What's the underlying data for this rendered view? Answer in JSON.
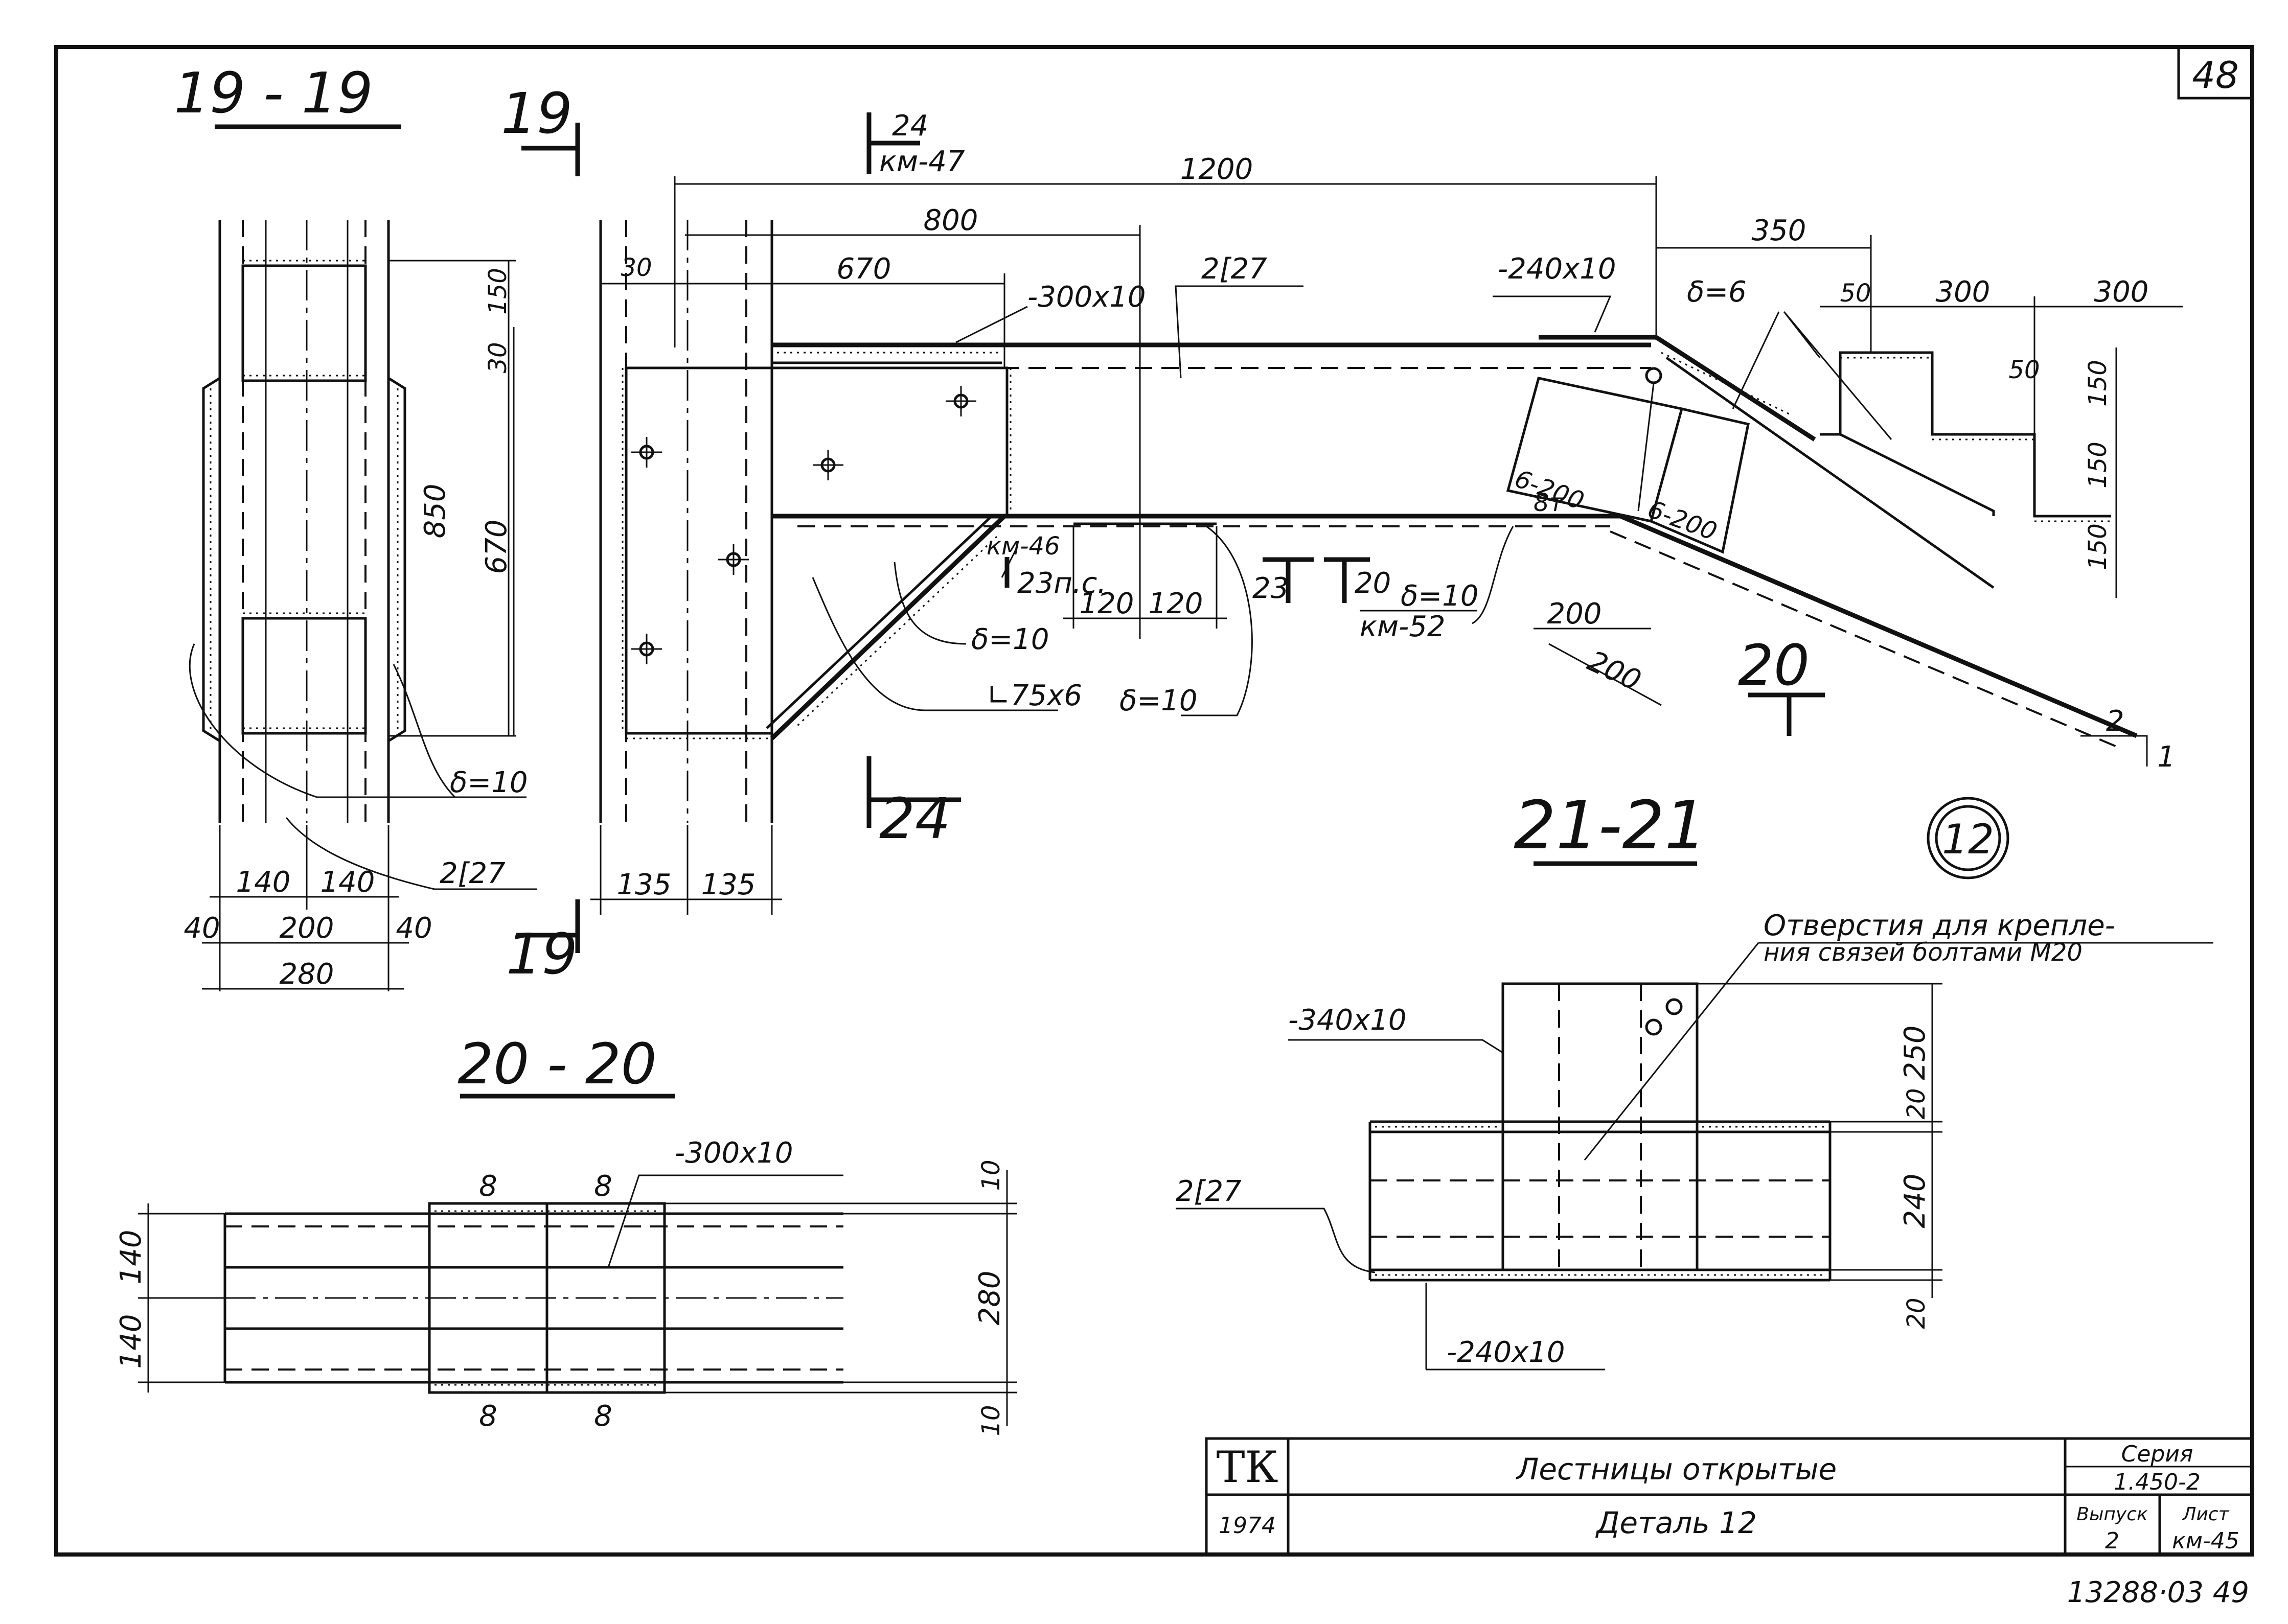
{
  "sheet_number": "48",
  "footer_code": "13288·03 49",
  "detail_marker": "12",
  "sections": {
    "s19": {
      "title": "19 - 19",
      "dims": [
        "150",
        "850",
        "670",
        "140",
        "140",
        "40",
        "200",
        "40",
        "280"
      ],
      "delta": "δ=10",
      "channel": "2[27"
    },
    "s21": {
      "title": "21-21",
      "cut_marks": [
        "19",
        "19",
        "24",
        "24",
        "км-47",
        "20",
        "20",
        "23",
        "23п.с."
      ],
      "dims": [
        "1200",
        "800",
        "670",
        "30",
        "30",
        "150",
        "670",
        "135",
        "135",
        "120",
        "120",
        "350",
        "50",
        "300",
        "300",
        "50",
        "150",
        "150",
        "150",
        "200",
        "200"
      ],
      "labels": [
        "-300x10",
        "2[27",
        "-240x10",
        "δ=6",
        "км-46",
        "δ=10",
        "∟75x6",
        "δ=10",
        "δ=10",
        "км-52",
        "6-200",
        "6-200",
        "8т"
      ],
      "slope": [
        "2",
        "1"
      ]
    },
    "s20": {
      "title": "20 - 20",
      "plate": "-300x10",
      "dims": [
        "8",
        "8",
        "8",
        "8",
        "10",
        "140",
        "140",
        "280",
        "10"
      ]
    },
    "detail": {
      "holes_note_1": "Отверстия для крепле-",
      "holes_note_2": "ния связей болтами М20",
      "plate_top": "-340x10",
      "channel": "2[27",
      "plate_bottom": "-240x10",
      "dims": [
        "250",
        "20",
        "240",
        "20"
      ]
    }
  },
  "title_block": {
    "org": "ТК",
    "year": "1974",
    "title": "Лестницы открытые",
    "subtitle": "Деталь 12",
    "series_label": "Серия",
    "series_value": "1.450-2",
    "issue_label": "Выпуск",
    "issue_value": "2",
    "sheet_label": "Лист",
    "sheet_value": "км-45"
  }
}
